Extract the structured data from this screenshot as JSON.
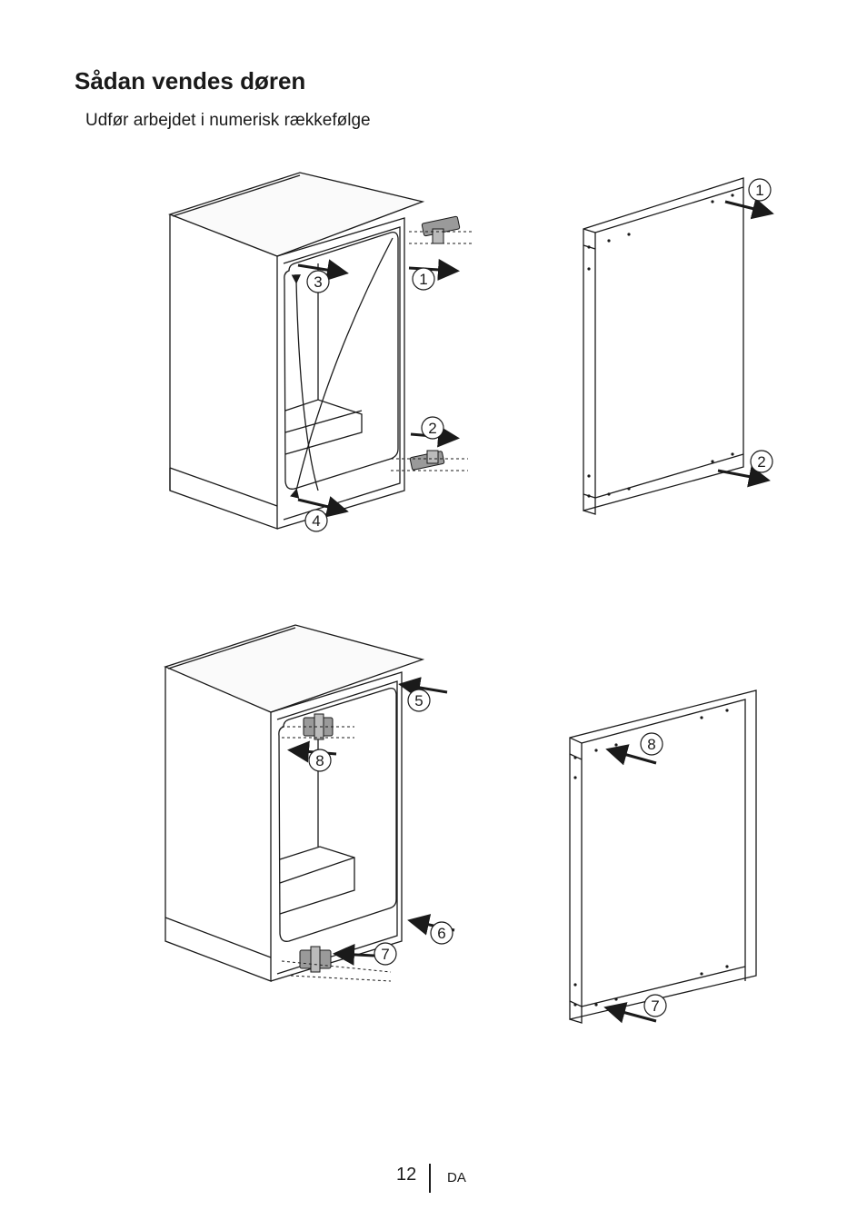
{
  "heading": "Sådan vendes døren",
  "subheading": "Udfør arbejdet i numerisk rækkefølge",
  "figure1": {
    "steps": [
      "1",
      "2",
      "3",
      "4"
    ]
  },
  "figure2": {
    "steps": [
      "1",
      "2"
    ]
  },
  "figure3": {
    "steps": [
      "5",
      "6",
      "7",
      "8"
    ]
  },
  "figure4": {
    "steps": [
      "8",
      "7"
    ]
  },
  "footer": {
    "page": "12",
    "lang": "DA"
  }
}
